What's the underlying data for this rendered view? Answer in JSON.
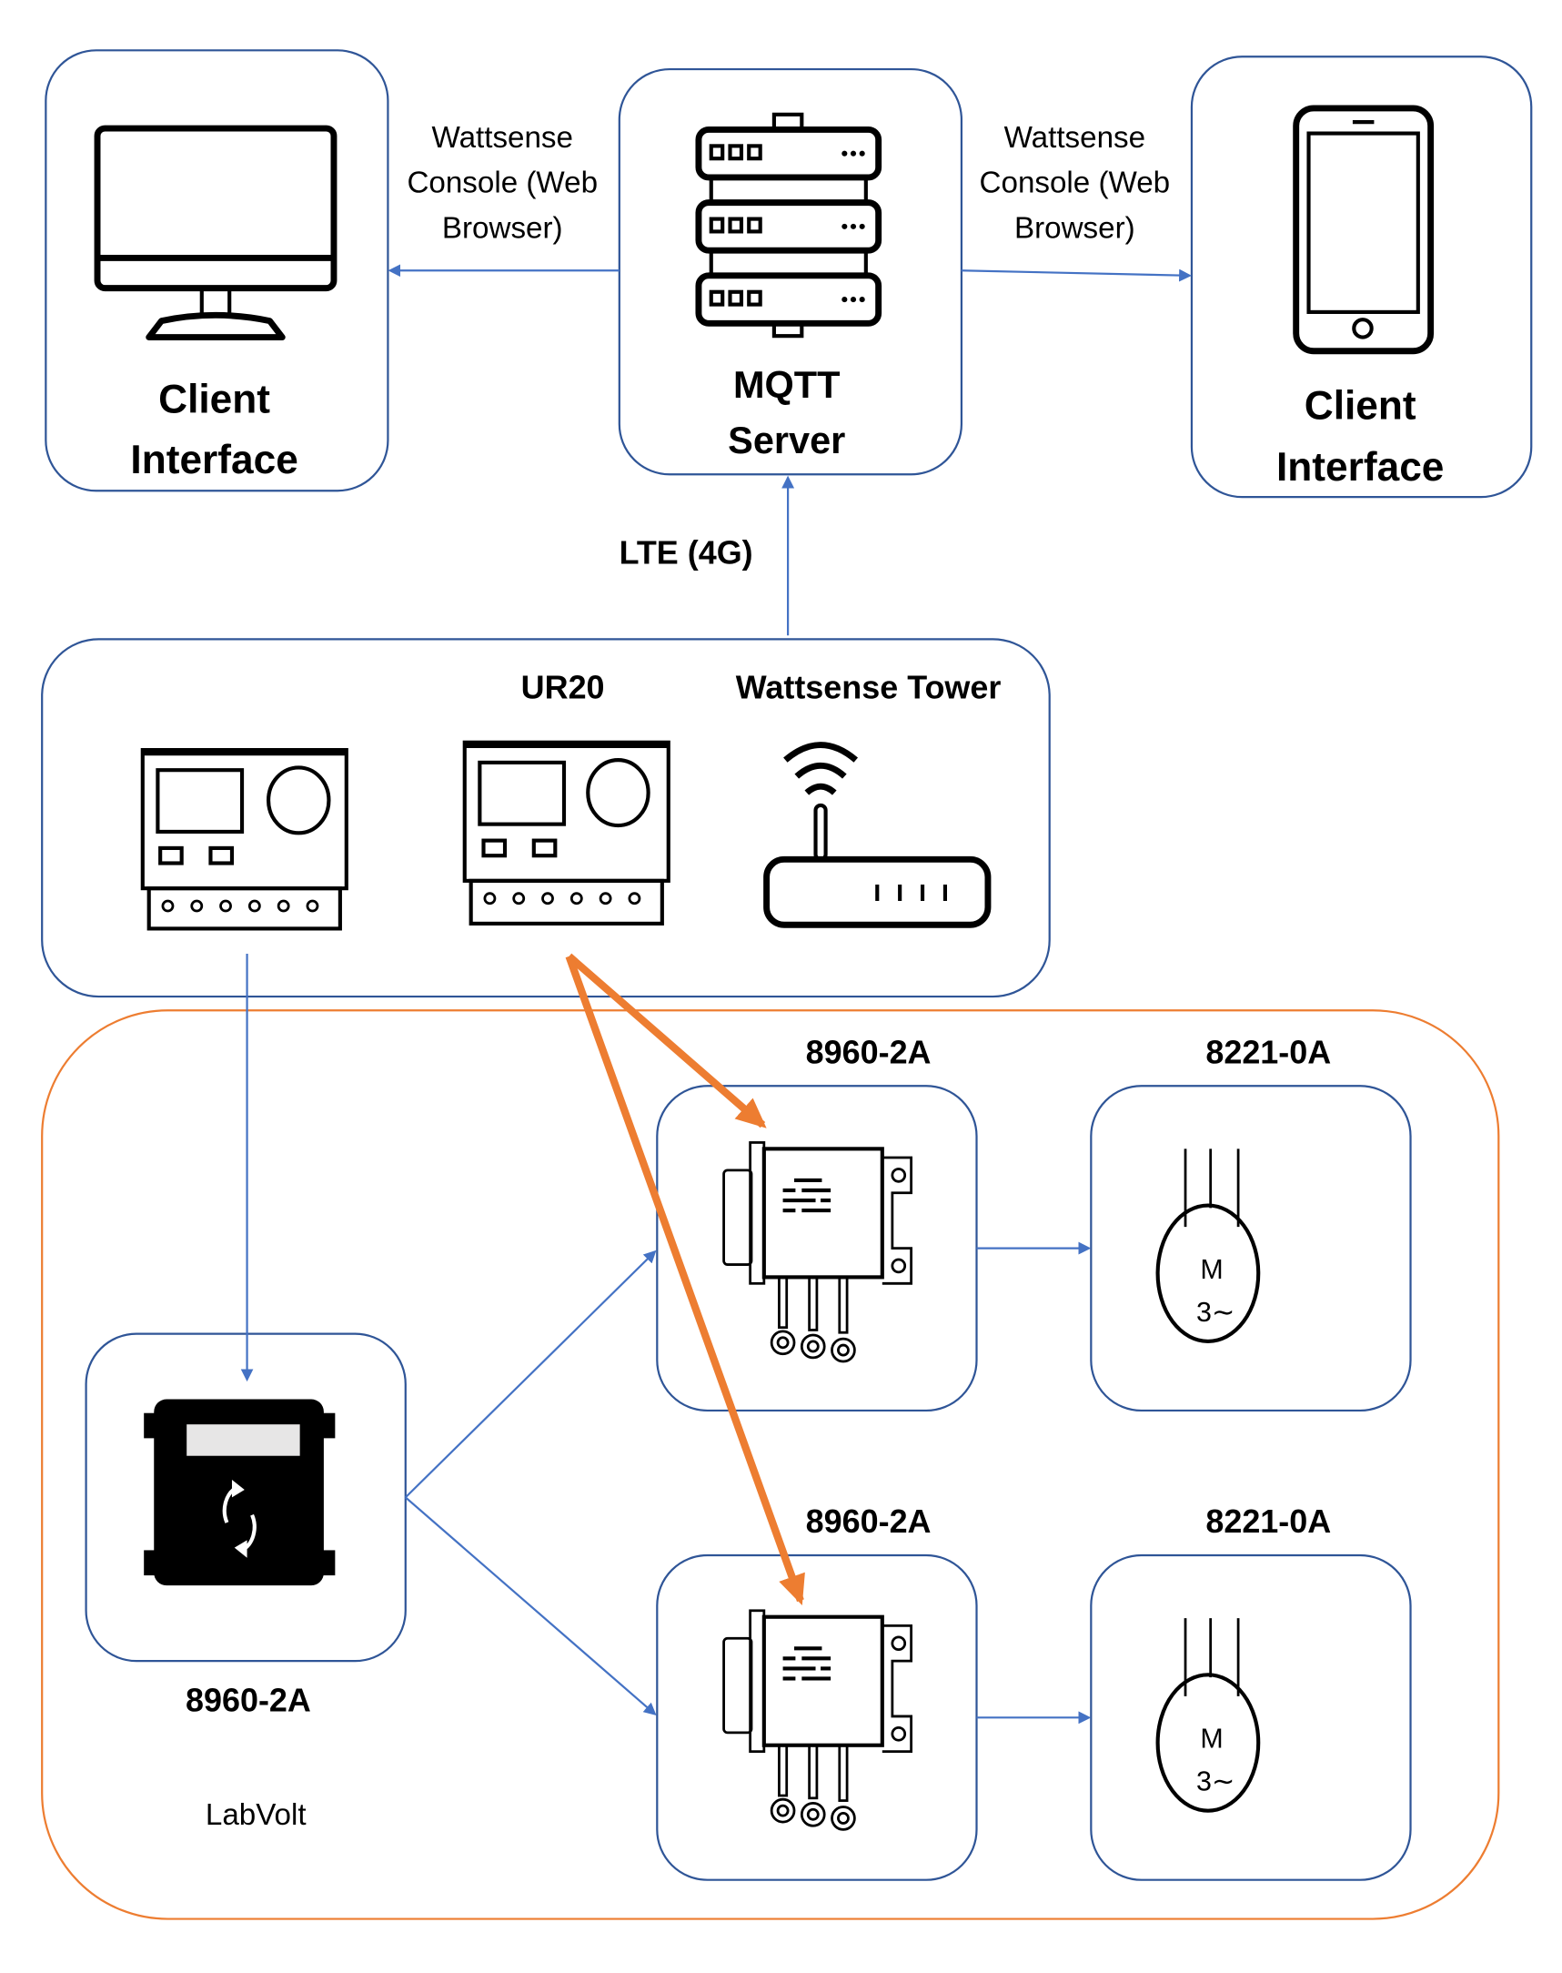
{
  "diagram": {
    "nodes": {
      "client_left": {
        "label_line1": "Client",
        "label_line2": "Interface",
        "icon": "desktop-monitor-icon"
      },
      "mqtt": {
        "label_line1": "MQTT",
        "label_line2": "Server",
        "icon": "server-rack-icon"
      },
      "client_right": {
        "label_line1": "Client",
        "label_line2": "Interface",
        "icon": "smartphone-icon"
      },
      "gateway_group": {
        "ur20_label": "UR20",
        "tower_label": "Wattsense Tower",
        "icons": [
          "controller-icon",
          "controller-icon",
          "wifi-router-icon"
        ]
      },
      "labvolt": {
        "group_label": "LabVolt",
        "source_label": "8960-2A",
        "drive_top_label": "8960-2A",
        "motor_top_label": "8221-0A",
        "drive_bottom_label": "8960-2A",
        "motor_bottom_label": "8221-0A"
      }
    },
    "edges": {
      "to_left_label_line1": "Wattsense",
      "to_left_label_line2": "Console (Web",
      "to_left_label_line3": "Browser)",
      "to_right_label_line1": "Wattsense",
      "to_right_label_line2": "Console (Web",
      "to_right_label_line3": "Browser)",
      "uplink_label": "LTE (4G)"
    },
    "colors": {
      "box_stroke": "#2f5597",
      "arrow_blue": "#4472c4",
      "arrow_orange": "#ed7d31"
    }
  }
}
